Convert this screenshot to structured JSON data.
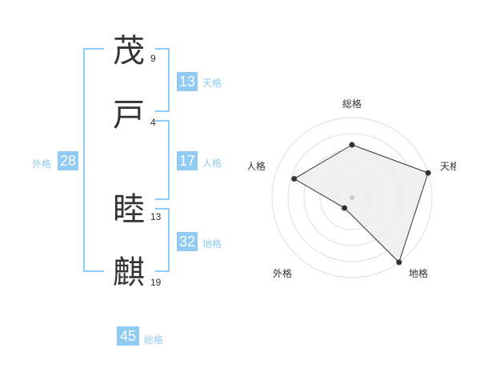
{
  "characters": [
    {
      "char": "茂",
      "strokes": "9"
    },
    {
      "char": "戸",
      "strokes": "4"
    },
    {
      "char": "睦",
      "strokes": "13"
    },
    {
      "char": "麒",
      "strokes": "19"
    }
  ],
  "fortunes": {
    "tenkaku": {
      "value": "13",
      "label": "天格"
    },
    "jinkaku": {
      "value": "17",
      "label": "人格"
    },
    "chikaku": {
      "value": "32",
      "label": "地格"
    },
    "gaikaku": {
      "value": "28",
      "label": "外格"
    },
    "soukaku": {
      "value": "45",
      "label": "総格"
    }
  },
  "colors": {
    "accent": "#8fcbf2",
    "text": "#333333"
  },
  "chart_data": {
    "type": "radar",
    "axes": [
      "総格",
      "天格",
      "地格",
      "外格",
      "人格"
    ],
    "values": [
      3.3,
      5,
      5,
      0.8,
      3.8
    ],
    "range": [
      0,
      5
    ],
    "rings": 5
  }
}
